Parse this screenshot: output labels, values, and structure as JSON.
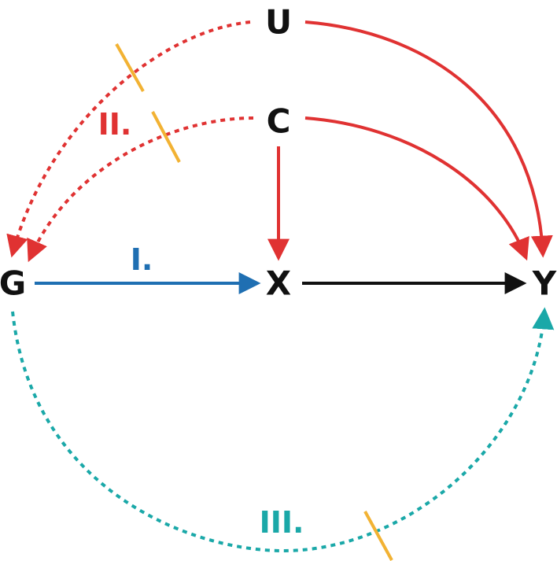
{
  "nodes": {
    "U": "U",
    "C": "C",
    "G": "G",
    "X": "X",
    "Y": "Y"
  },
  "path_labels": {
    "one": "I.",
    "two": "II.",
    "three": "III."
  },
  "colors": {
    "red": "#e03232",
    "blue": "#1f6fb2",
    "teal": "#1aa8a8",
    "black": "#111111",
    "orange": "#f2b233"
  }
}
